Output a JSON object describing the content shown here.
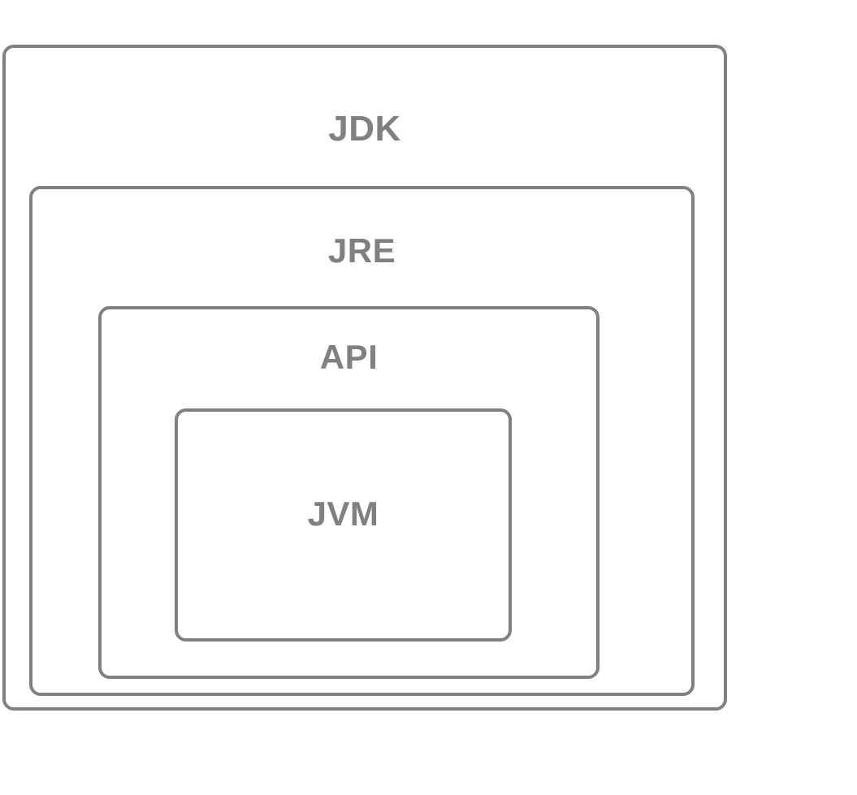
{
  "diagram": {
    "type": "nested-containment",
    "title": "",
    "background_color": "#ffffff",
    "border_color": "#808080",
    "label_color": "#808080",
    "layers": [
      {
        "id": "jdk",
        "label": "JDK",
        "level": 0,
        "contains": "jre"
      },
      {
        "id": "jre",
        "label": "JRE",
        "level": 1,
        "contains": "api"
      },
      {
        "id": "api",
        "label": "API",
        "level": 2,
        "contains": "jvm"
      },
      {
        "id": "jvm",
        "label": "JVM",
        "level": 3,
        "contains": null
      }
    ]
  }
}
